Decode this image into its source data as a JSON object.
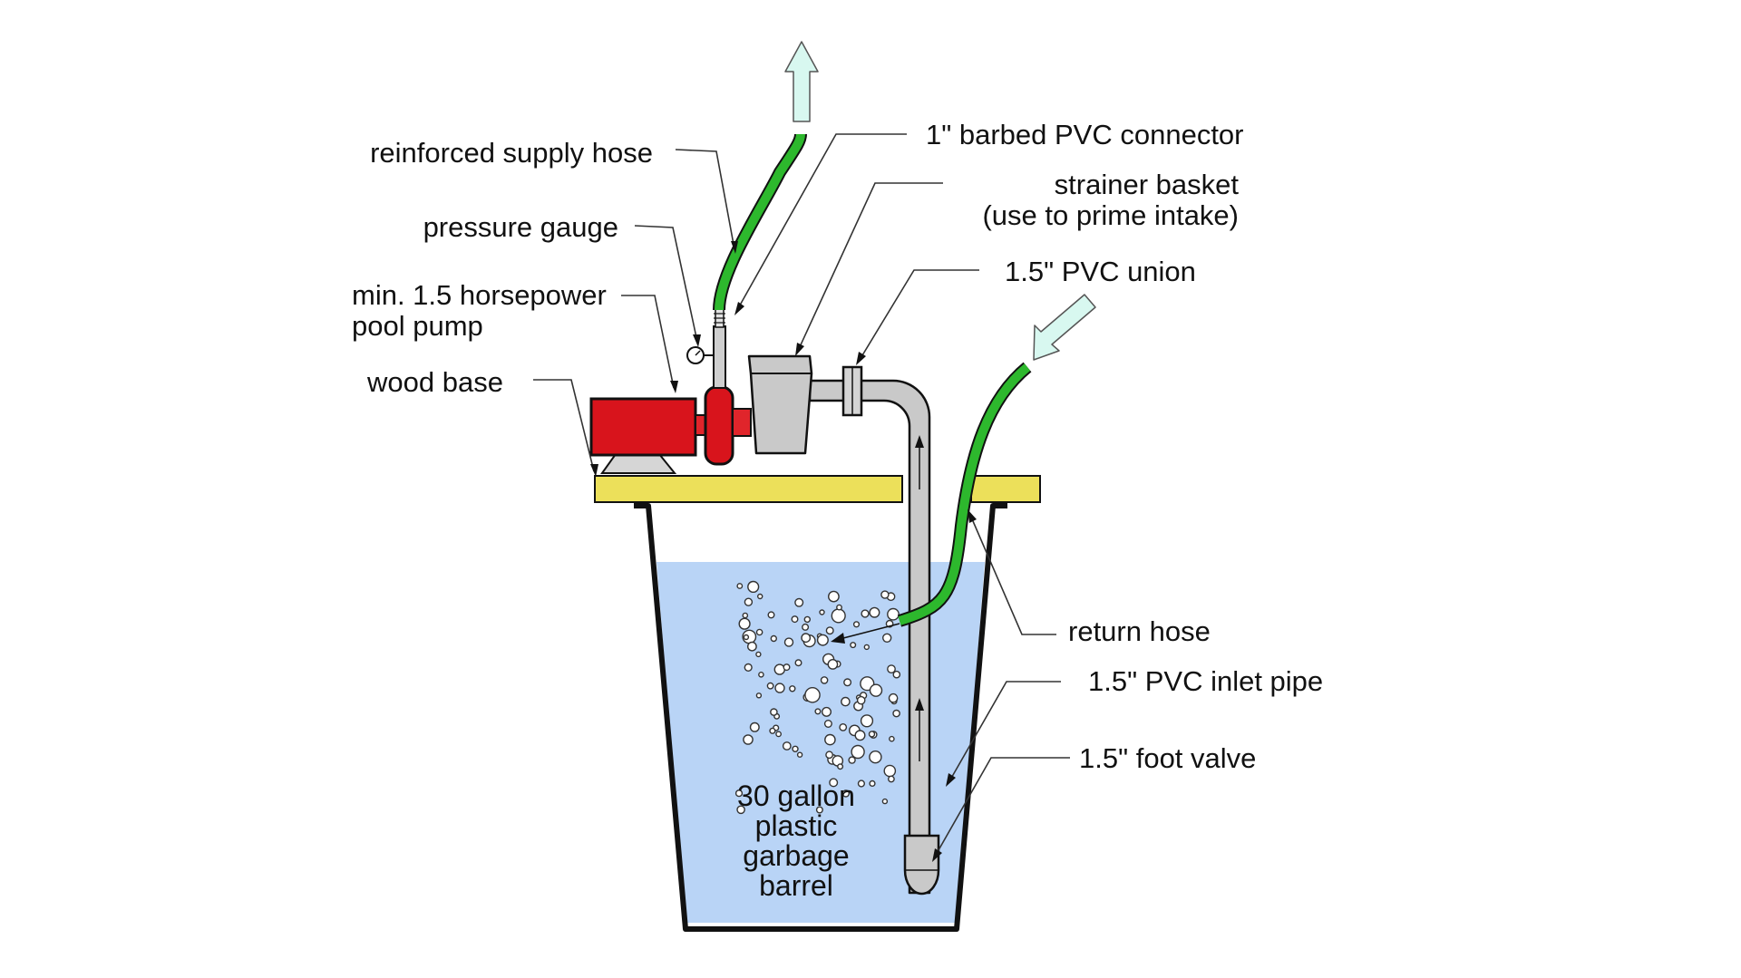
{
  "labels": {
    "reinforced_supply_hose": "reinforced supply hose",
    "pressure_gauge": "pressure gauge",
    "pump_line1": "min. 1.5 horsepower",
    "pump_line2": "pool pump",
    "wood_base": "wood base",
    "barbed_connector": "1\" barbed PVC connector",
    "strainer_line1": "strainer basket",
    "strainer_line2": "(use to prime intake)",
    "pvc_union": "1.5\" PVC union",
    "return_hose": "return hose",
    "inlet_pipe": "1.5\" PVC inlet pipe",
    "foot_valve": "1.5\" foot valve",
    "barrel_line1": "30 gallon",
    "barrel_line2": "plastic",
    "barrel_line3": "garbage",
    "barrel_line4": "barrel"
  },
  "colors": {
    "hose": "#2db82d",
    "pump": "#d8141c",
    "pipe": "#c9c9c9",
    "wood": "#ece05a",
    "water": "#b9d4f6",
    "flow_arrow": "#d8f8f0"
  }
}
